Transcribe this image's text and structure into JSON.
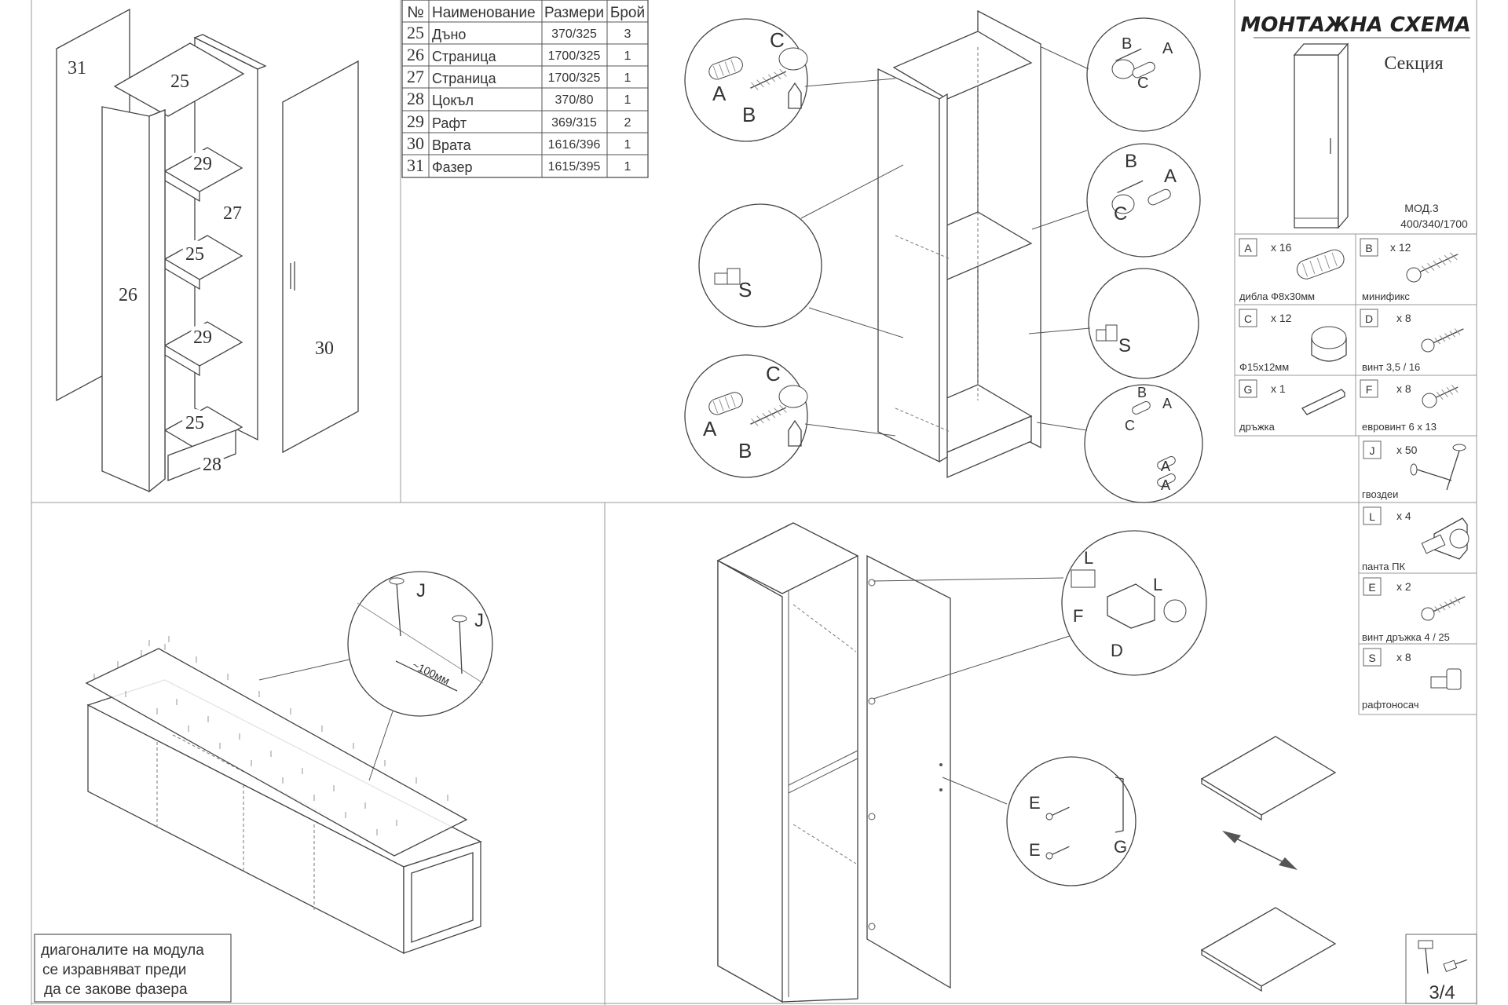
{
  "parts_table": {
    "headers": [
      "№",
      "Наименование",
      "Размери",
      "Брой"
    ],
    "rows": [
      {
        "no": "25",
        "name": "Дъно",
        "size": "370/325",
        "qty": "3"
      },
      {
        "no": "26",
        "name": "Страница",
        "size": "1700/325",
        "qty": "1"
      },
      {
        "no": "27",
        "name": "Страница",
        "size": "1700/325",
        "qty": "1"
      },
      {
        "no": "28",
        "name": "Цокъл",
        "size": "370/80",
        "qty": "1"
      },
      {
        "no": "29",
        "name": "Рафт",
        "size": "369/315",
        "qty": "2"
      },
      {
        "no": "30",
        "name": "Врата",
        "size": "1616/396",
        "qty": "1"
      },
      {
        "no": "31",
        "name": "Фазер",
        "size": "1615/395",
        "qty": "1"
      }
    ]
  },
  "header": {
    "title": "МОНТАЖНА СХЕМА",
    "subtitle": "Секция",
    "model": "МОД.3",
    "dimensions": "400/340/1700"
  },
  "hardware": [
    {
      "code": "A",
      "qty": "x 16",
      "label": "дибла  Ф8х30мм"
    },
    {
      "code": "B",
      "qty": "x 12",
      "label": "минификс"
    },
    {
      "code": "C",
      "qty": "x 12",
      "label": "Ф15х12мм"
    },
    {
      "code": "D",
      "qty": "x 8",
      "label": "винт 3,5 / 16"
    },
    {
      "code": "G",
      "qty": "x 1",
      "label": "дръжка"
    },
    {
      "code": "F",
      "qty": "x 8",
      "label": "евровинт 6 х 13"
    },
    {
      "code": "J",
      "qty": "x 50",
      "label": "гвоздеи"
    },
    {
      "code": "L",
      "qty": "x 4",
      "label": "панта ПК"
    },
    {
      "code": "E",
      "qty": "x 2",
      "label": "винт дръжка 4 / 25"
    },
    {
      "code": "S",
      "qty": "x 8",
      "label": "рафтоносач"
    }
  ],
  "exploded_labels": {
    "p31": "31",
    "p25a": "25",
    "p29a": "29",
    "p27": "27",
    "p25b": "25",
    "p26": "26",
    "p29b": "29",
    "p25c": "25",
    "p28": "28",
    "p30": "30"
  },
  "detail_letters": {
    "A": "A",
    "B": "B",
    "C": "C",
    "S": "S",
    "J": "J",
    "L": "L",
    "F": "F",
    "D": "D",
    "E": "E",
    "G": "G"
  },
  "nail_spacing": "~100мм",
  "note_lines": [
    "диагоналите на модула",
    "се изравняват преди",
    "да се закове фазера"
  ],
  "page_number": "3/4"
}
